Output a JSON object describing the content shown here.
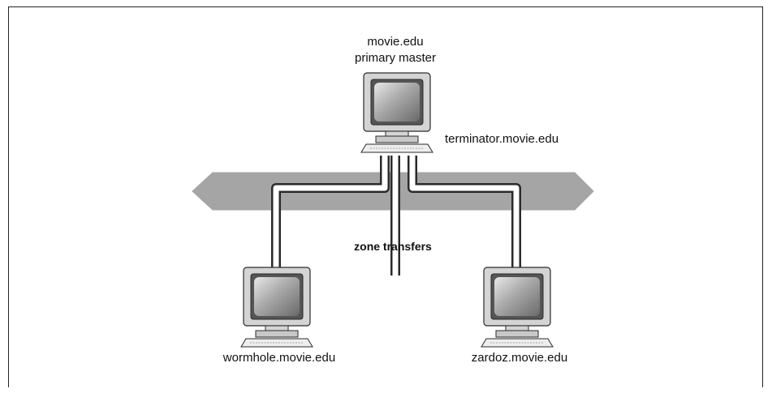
{
  "primary": {
    "zone": "movie.edu",
    "role": "primary master",
    "host": "terminator.movie.edu"
  },
  "transfer_label": "zone transfers",
  "secondaries": [
    {
      "host": "wormhole.movie.edu"
    },
    {
      "host": "zardoz.movie.edu"
    }
  ],
  "colors": {
    "network": "#a5a5a5",
    "stroke": "#2a2a2a",
    "monitor_case": "#d4d4d4",
    "screen": "#8a8a8a"
  }
}
